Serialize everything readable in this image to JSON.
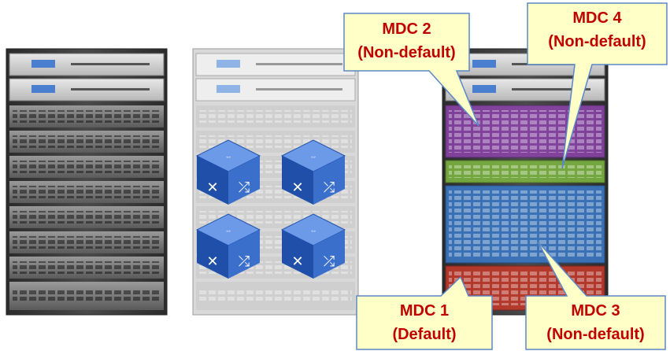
{
  "diagram": {
    "chassis": [
      {
        "name": "physical-device-chassis"
      },
      {
        "name": "virtualized-device-chassis",
        "virtual_switch_icons": 4,
        "icon_label": "SWITCH"
      },
      {
        "name": "mdc-partitioned-chassis"
      }
    ],
    "colors": {
      "callout_fill": "#ffffc8",
      "callout_border": "#5b87c5",
      "callout_text": "#c00000",
      "mdc1_partition": "#c0392b",
      "mdc2_partition": "#8e44ad",
      "mdc3_partition": "#3b78c4",
      "mdc4_partition": "#7cb342",
      "switch_top": "#5b8de0",
      "switch_side": "#1f4fa8"
    },
    "callouts": {
      "mdc1": {
        "name": "MDC 1",
        "role": "(Default)"
      },
      "mdc2": {
        "name": "MDC 2",
        "role": "(Non-default)"
      },
      "mdc3": {
        "name": "MDC 3",
        "role": "(Non-default)"
      },
      "mdc4": {
        "name": "MDC 4",
        "role": "(Non-default)"
      }
    }
  }
}
